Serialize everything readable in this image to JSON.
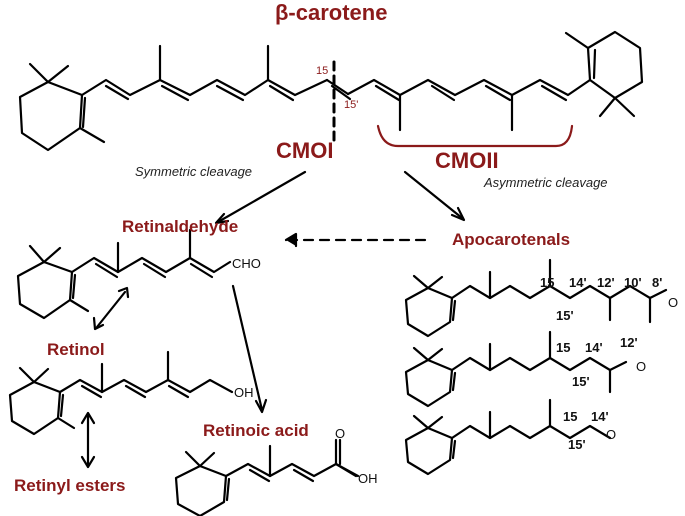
{
  "title": "β-carotene",
  "enzymes": {
    "cmo1": "CMOI",
    "cmo2": "CMOII"
  },
  "cleavage": {
    "symmetric": "Symmetric cleavage",
    "asymmetric": "Asymmetric cleavage"
  },
  "position_labels": {
    "c15": "15",
    "c15p": "15'"
  },
  "products": {
    "retinaldehyde": "Retinaldehyde",
    "apocarotenals": "Apocarotenals",
    "retinol": "Retinol",
    "retinoic_acid": "Retinoic acid",
    "retinyl_esters": "Retinyl esters"
  },
  "groups": {
    "cho": "CHO",
    "oh": "OH",
    "o": "O"
  },
  "apo_labels": {
    "row1": [
      "15",
      "14'",
      "12'",
      "10'",
      "8'",
      "15'"
    ],
    "row2": [
      "15",
      "14'",
      "12'",
      "15'"
    ],
    "row3": [
      "15",
      "14'",
      "15'"
    ]
  },
  "colors": {
    "accent": "#8b1a1a",
    "ink": "#000000"
  }
}
